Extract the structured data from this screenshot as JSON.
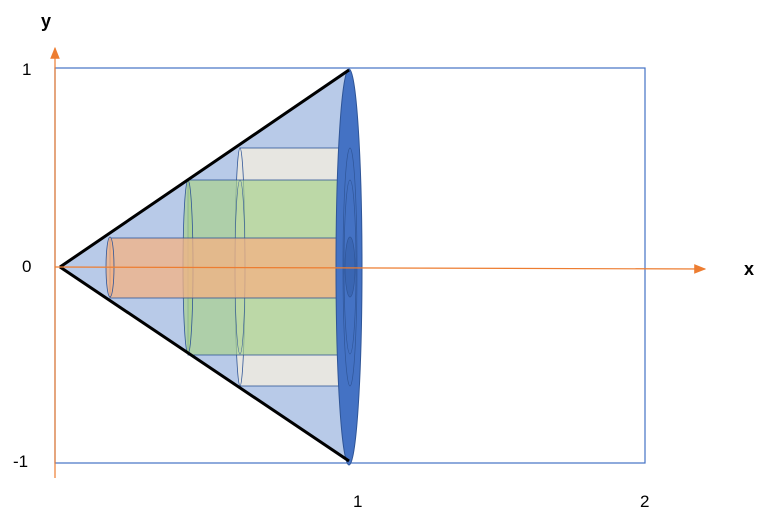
{
  "labels": {
    "y_axis": "y",
    "x_axis": "x",
    "y_tick_top": "1",
    "y_tick_mid": "0",
    "y_tick_bottom": "-1",
    "x_tick_1": "1",
    "x_tick_2": "2"
  },
  "colors": {
    "axis": "#ED7D31",
    "frame": "#4472C4",
    "cone_fill": "#B4C7E7",
    "cone_edge": "#000000",
    "disc_fill": "#4472C4",
    "shell_outer": "#E7E6E1",
    "shell_middle": "#C4D8A8",
    "shell_inner": "#E8C0A3"
  }
}
